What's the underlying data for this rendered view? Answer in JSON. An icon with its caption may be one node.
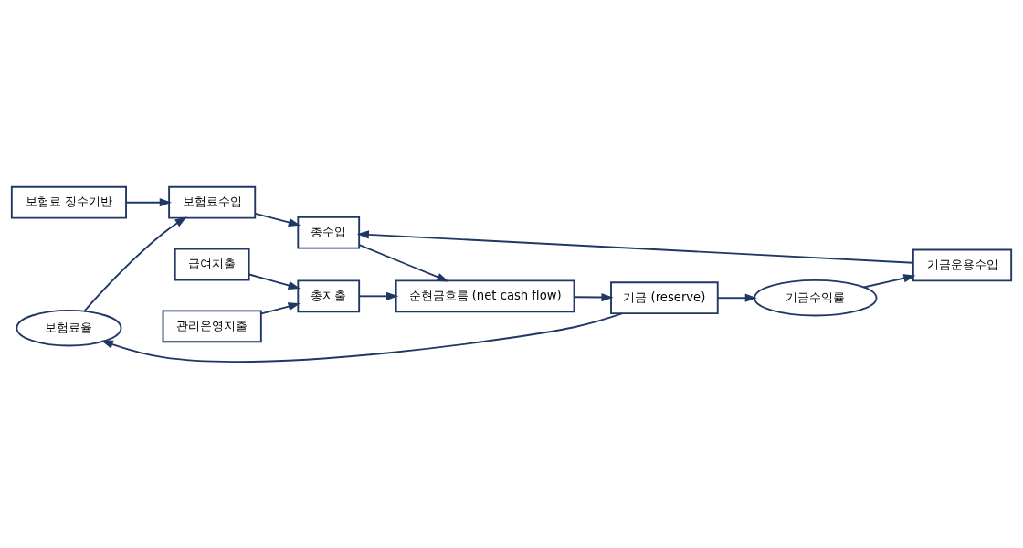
{
  "diagram": {
    "nodes": [
      {
        "text": [
          "보험료율"
        ]
      },
      {
        "text": [
          "기금운용수입"
        ]
      },
      {
        "text": [
          "기금수익률"
        ]
      },
      {
        "text": [
          "보험료 징수기반"
        ]
      },
      {
        "text": [
          "보험료수입"
        ]
      },
      {
        "text": [
          "총수입"
        ]
      },
      {
        "text": [
          "순현금흐름 (net cash flow)"
        ]
      },
      {
        "text": [
          "기금 (reserve)"
        ]
      },
      {
        "text": [
          "급여지출"
        ]
      },
      {
        "text": [
          "총지출"
        ]
      },
      {
        "text": [
          "관리운영지출"
        ]
      }
    ],
    "edges": [
      {
        "from": 7,
        "to": 0,
        "arrow": "to"
      },
      {
        "from": 7,
        "to": 2,
        "arrow": "to"
      },
      {
        "from": 2,
        "to": 1,
        "arrow": "to"
      },
      {
        "from": 0,
        "to": 4,
        "arrow": "to"
      },
      {
        "from": 3,
        "to": 4,
        "arrow": "to"
      },
      {
        "from": 1,
        "to": 5,
        "arrow": "to"
      },
      {
        "from": 4,
        "to": 5,
        "arrow": "to"
      },
      {
        "from": 5,
        "to": 6,
        "arrow": "to"
      },
      {
        "from": 9,
        "to": 6,
        "arrow": "to"
      },
      {
        "from": 6,
        "to": 7,
        "arrow": "to"
      },
      {
        "from": 8,
        "to": 9,
        "arrow": "to"
      },
      {
        "from": 10,
        "to": 9,
        "arrow": "to"
      }
    ]
  }
}
